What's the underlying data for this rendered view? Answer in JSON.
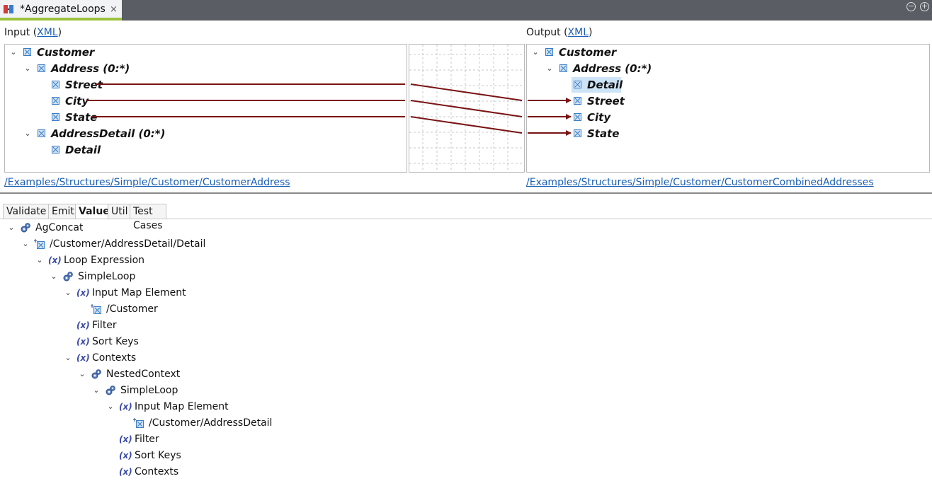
{
  "editor": {
    "tab_title": "*AggregateLoops",
    "close_glyph": "×"
  },
  "window_controls": {
    "minimize_glyph": "−",
    "maximize_glyph": "+"
  },
  "input": {
    "label_prefix": "Input (",
    "label_link": "XML",
    "label_suffix": ")",
    "tree": [
      {
        "label": "Customer",
        "expanded": true
      },
      {
        "label": "Address (0:*)",
        "expanded": true
      },
      {
        "label": "Street"
      },
      {
        "label": "City"
      },
      {
        "label": "State"
      },
      {
        "label": "AddressDetail (0:*)",
        "expanded": true
      },
      {
        "label": "Detail"
      }
    ],
    "path": "/Examples/Structures/Simple/Customer/CustomerAddress"
  },
  "output": {
    "label_prefix": "Output (",
    "label_link": "XML",
    "label_suffix": ")",
    "tree": [
      {
        "label": "Customer",
        "expanded": true
      },
      {
        "label": "Address (0:*)",
        "expanded": true
      },
      {
        "label": "Detail",
        "selected": true
      },
      {
        "label": "Street"
      },
      {
        "label": "City"
      },
      {
        "label": "State"
      }
    ],
    "path": "/Examples/Structures/Simple/Customer/CustomerCombinedAddresses"
  },
  "mapping_colors": {
    "line": "#7a1414"
  },
  "subtabs": [
    "Validate",
    "Emit",
    "Value",
    "Util",
    "Test Cases"
  ],
  "active_subtab": "Value",
  "value_tree": [
    {
      "label": "AgConcat",
      "icon": "gears-icon"
    },
    {
      "label": "/Customer/AddressDetail/Detail",
      "icon": "map-element-icon"
    },
    {
      "label": "Loop Expression",
      "icon": "variable-icon"
    },
    {
      "label": "SimpleLoop",
      "icon": "gears-icon"
    },
    {
      "label": "Input Map Element",
      "icon": "variable-icon"
    },
    {
      "label": "/Customer",
      "icon": "map-element-icon"
    },
    {
      "label": "Filter",
      "icon": "variable-icon"
    },
    {
      "label": "Sort Keys",
      "icon": "variable-icon"
    },
    {
      "label": "Contexts",
      "icon": "variable-icon"
    },
    {
      "label": "NestedContext",
      "icon": "gears-icon"
    },
    {
      "label": "SimpleLoop",
      "icon": "gears-icon"
    },
    {
      "label": "Input Map Element",
      "icon": "variable-icon"
    },
    {
      "label": "/Customer/AddressDetail",
      "icon": "map-element-icon"
    },
    {
      "label": "Filter",
      "icon": "variable-icon"
    },
    {
      "label": "Sort Keys",
      "icon": "variable-icon"
    },
    {
      "label": "Contexts",
      "icon": "variable-icon"
    }
  ],
  "variable_glyph": "(x)"
}
